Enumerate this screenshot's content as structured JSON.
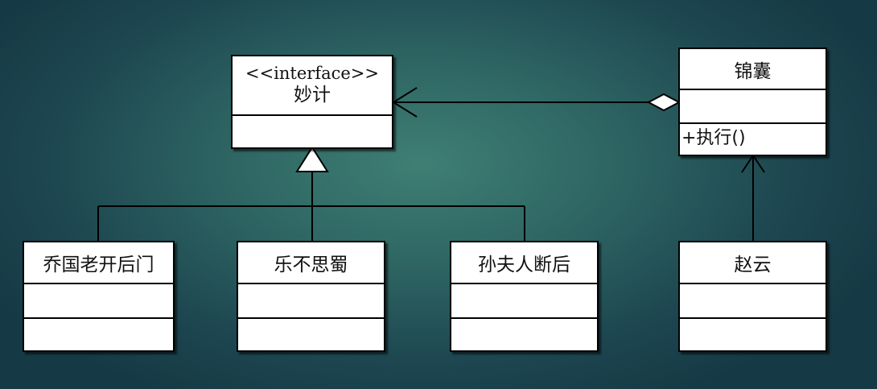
{
  "interface": {
    "stereotype": "<<interface>>",
    "name": "妙计"
  },
  "jinnang": {
    "name": "锦囊",
    "operation": "+执行()"
  },
  "strategies": [
    {
      "name": "乔国老开后门"
    },
    {
      "name": "乐不思蜀"
    },
    {
      "name": "孙夫人断后"
    }
  ],
  "zhaoyun": {
    "name": "赵云"
  }
}
